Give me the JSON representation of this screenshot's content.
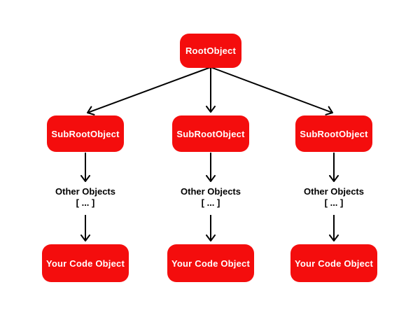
{
  "colors": {
    "background": "#ffffff",
    "node_red": "#f40d0d",
    "node_text": "#ffffff",
    "label_text": "#000000",
    "arrow": "#000000"
  },
  "root": {
    "label": "RootObject"
  },
  "columns": [
    {
      "sub": "SubRootObject",
      "other": "Other Objects",
      "more": "[ ... ]",
      "code": "Your Code Object"
    },
    {
      "sub": "SubRootObject",
      "other": "Other Objects",
      "more": "[ ... ]",
      "code": "Your Code Object"
    },
    {
      "sub": "SubRootObject",
      "other": "Other Objects",
      "more": "[ ... ]",
      "code": "Your Code Object"
    }
  ]
}
